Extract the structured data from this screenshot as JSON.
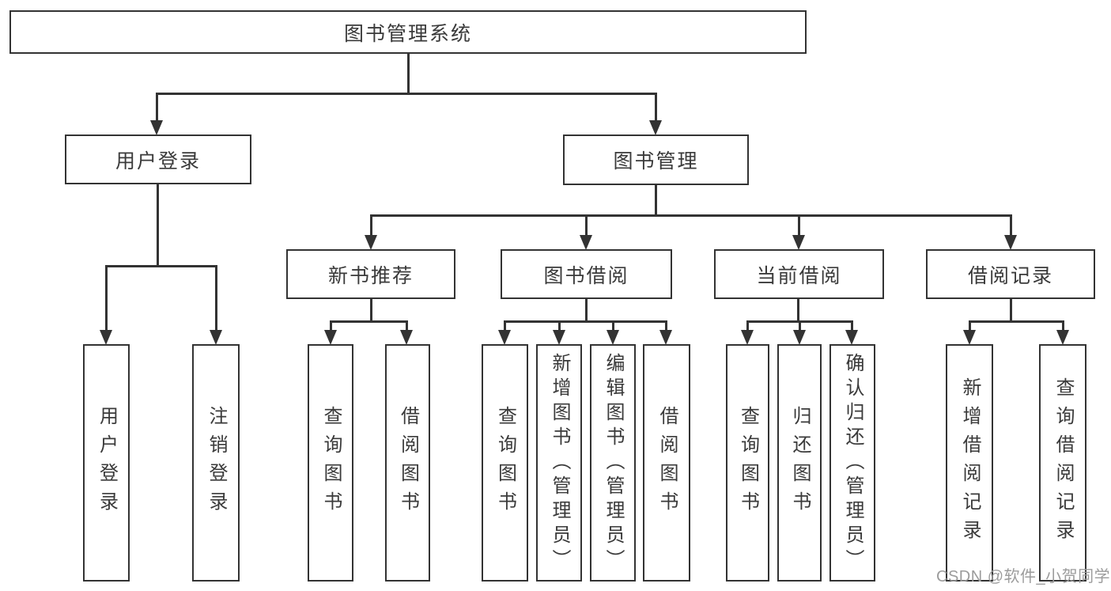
{
  "diagram": {
    "type": "hierarchy-tree",
    "colors": {
      "line": "#333333",
      "box_border": "#333333",
      "text": "#3a3a3a",
      "watermark": "#9c9c9c",
      "background": "#ffffff"
    },
    "tree": {
      "root": {
        "label": "图书管理系统"
      },
      "branches": [
        {
          "label": "用户登录",
          "children": [
            {
              "label": "用户登录"
            },
            {
              "label": "注销登录"
            }
          ]
        },
        {
          "label": "图书管理",
          "children": [
            {
              "label": "新书推荐",
              "children": [
                {
                  "label": "查询图书"
                },
                {
                  "label": "借阅图书"
                }
              ]
            },
            {
              "label": "图书借阅",
              "children": [
                {
                  "label": "查询图书"
                },
                {
                  "label": "新增图书（管理员）"
                },
                {
                  "label": "编辑图书（管理员）"
                },
                {
                  "label": "借阅图书"
                }
              ]
            },
            {
              "label": "当前借阅",
              "children": [
                {
                  "label": "查询图书"
                },
                {
                  "label": "归还图书"
                },
                {
                  "label": "确认归还（管理员）"
                }
              ]
            },
            {
              "label": "借阅记录",
              "children": [
                {
                  "label": "新增借阅记录"
                },
                {
                  "label": "查询借阅记录"
                }
              ]
            }
          ]
        }
      ]
    },
    "watermark": {
      "text": "CSDN @软件_小贺同学"
    }
  }
}
